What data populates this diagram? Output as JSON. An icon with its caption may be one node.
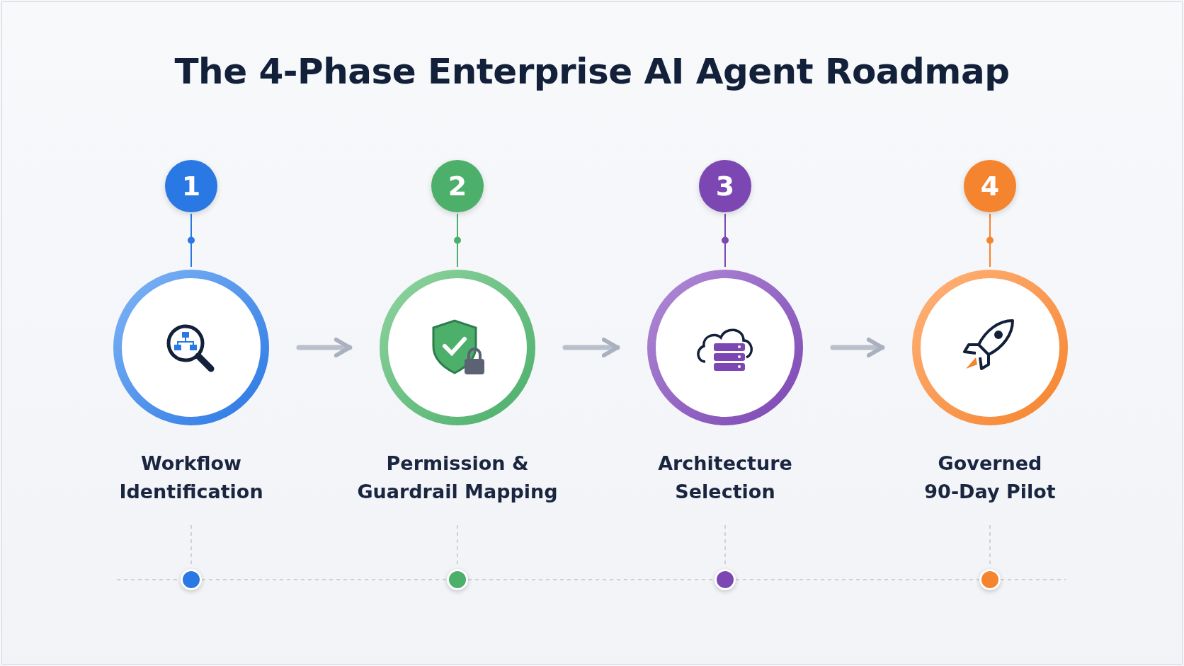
{
  "diagram": {
    "title": "The 4-Phase Enterprise AI Agent Roadmap",
    "nodes": [
      {
        "text": [
          "1"
        ]
      },
      {
        "text": [
          "2"
        ]
      },
      {
        "text": [
          "3"
        ]
      },
      {
        "text": [
          "4"
        ]
      },
      {
        "text": [
          "Workflow Identification"
        ]
      },
      {
        "text": [
          "Permission & Guardrail Mapping"
        ]
      },
      {
        "text": [
          "Architecture Selection"
        ]
      },
      {
        "text": [
          "Governed 90-Day Pilot"
        ]
      },
      {
        "text": [],
        "shape": "circle"
      },
      {
        "text": [],
        "shape": "circle"
      },
      {
        "text": [],
        "shape": "circle"
      },
      {
        "text": [],
        "shape": "circle"
      }
    ],
    "edges": [
      {
        "from": 0,
        "to": 4,
        "arrow": "none",
        "color": "#2a78e4"
      },
      {
        "from": 1,
        "to": 5,
        "arrow": "none",
        "color": "#4caf6a"
      },
      {
        "from": 2,
        "to": 6,
        "arrow": "none",
        "color": "#7c47b3"
      },
      {
        "from": 3,
        "to": 7,
        "arrow": "none",
        "color": "#f5842e"
      },
      {
        "from": 4,
        "to": 5,
        "arrow": "to",
        "style": "thick"
      },
      {
        "from": 5,
        "to": 6,
        "arrow": "to",
        "style": "thick"
      },
      {
        "from": 6,
        "to": 7,
        "arrow": "to",
        "style": "thick"
      },
      {
        "from": 4,
        "to": 8,
        "arrow": "none",
        "style": "dashed"
      },
      {
        "from": 5,
        "to": 9,
        "arrow": "none",
        "style": "dashed"
      },
      {
        "from": 6,
        "to": 10,
        "arrow": "none",
        "style": "dashed"
      },
      {
        "from": 7,
        "to": 11,
        "arrow": "none",
        "style": "dashed"
      },
      {
        "from": 8,
        "to": 9,
        "arrow": "none",
        "style": "dashed"
      },
      {
        "from": 9,
        "to": 10,
        "arrow": "none",
        "style": "dashed"
      },
      {
        "from": 10,
        "to": 11,
        "arrow": "none",
        "style": "dashed"
      }
    ]
  }
}
